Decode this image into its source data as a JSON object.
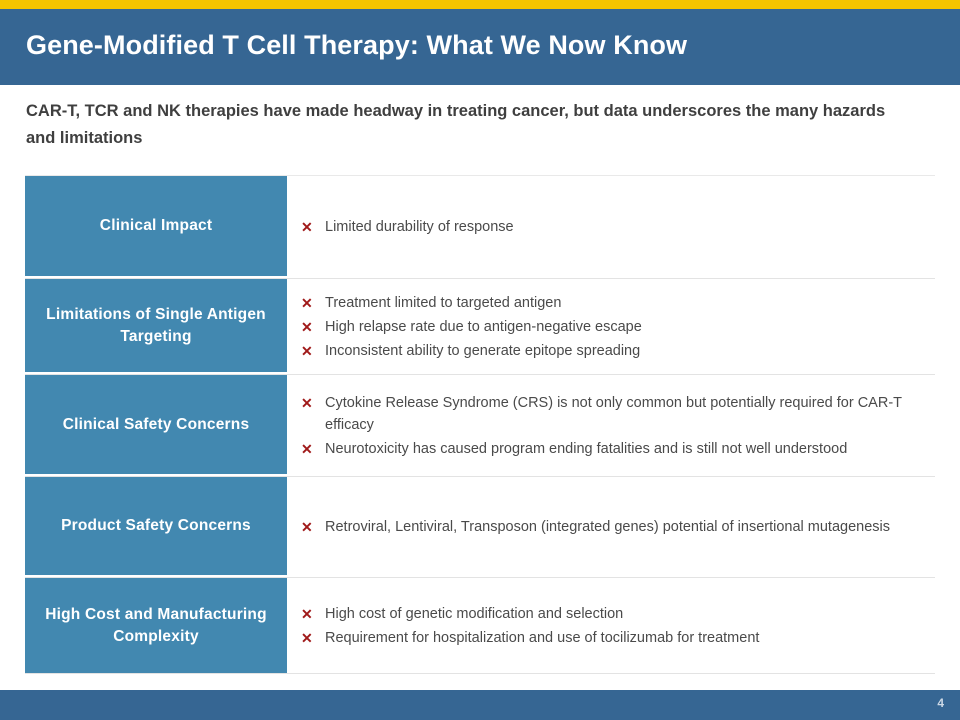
{
  "slide": {
    "title": "Gene-Modified T Cell Therapy: What We Now Know",
    "subtitle": "CAR-T, TCR and NK therapies have made headway in treating cancer, but data underscores the many hazards and limitations",
    "page_number": "4",
    "colors": {
      "accent_top": "#f5c400",
      "header_blue": "#366693",
      "label_blue": "#4288b0",
      "bullet_red": "#a01a1a",
      "body_text": "#4a4a4a"
    },
    "bullet_glyph": "✕"
  },
  "table": {
    "rows": [
      {
        "label": "Clinical Impact",
        "bullets": [
          "Limited durability of response"
        ]
      },
      {
        "label": "Limitations of Single Antigen Targeting",
        "bullets": [
          "Treatment limited to targeted antigen",
          "High relapse rate due to antigen-negative escape",
          "Inconsistent ability to generate epitope spreading"
        ]
      },
      {
        "label": "Clinical Safety Concerns",
        "bullets": [
          "Cytokine Release Syndrome (CRS) is not only common but potentially required for CAR-T efficacy",
          "Neurotoxicity has caused program ending fatalities and is still not well understood"
        ]
      },
      {
        "label": "Product Safety Concerns",
        "bullets": [
          "Retroviral, Lentiviral, Transposon (integrated genes) potential of insertional mutagenesis"
        ]
      },
      {
        "label": "High Cost and Manufacturing Complexity",
        "bullets": [
          "High cost of genetic modification and selection",
          "Requirement for hospitalization and use of tocilizumab for treatment"
        ]
      }
    ]
  }
}
